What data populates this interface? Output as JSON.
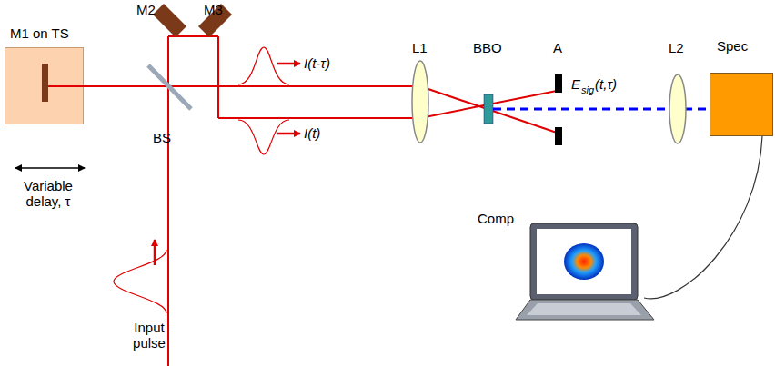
{
  "diagram": {
    "nodes": [
      {
        "text": [
          "M1 on TS",
          "Variable delay, τ"
        ]
      },
      {
        "text": [
          "Spec"
        ]
      },
      {
        "text": [
          "Comp"
        ]
      }
    ],
    "edges": [
      {
        "from": 1,
        "to": 2,
        "arrow": "none"
      }
    ],
    "labels": [
      "M2",
      "M3",
      "BS",
      "I(t-τ)",
      "I(t)",
      "L1",
      "BBO",
      "A",
      "E",
      "sig",
      "(t,τ)",
      "L2",
      "Input pulse"
    ]
  }
}
